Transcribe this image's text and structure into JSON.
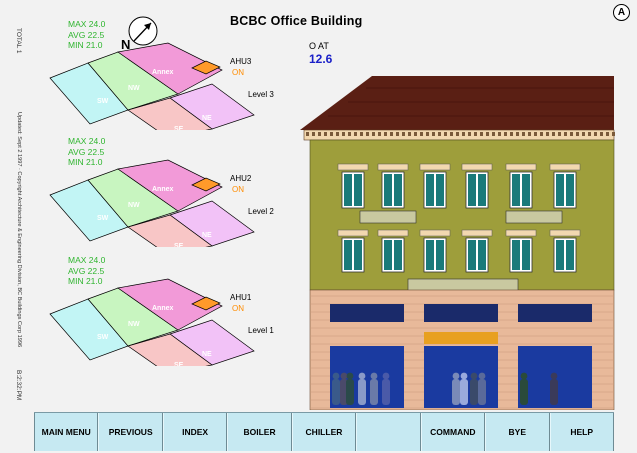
{
  "window": {
    "title": "BCBC Office Building",
    "badge": "A"
  },
  "side": {
    "top_text": "TOTAL 1",
    "middle_text": "Updated: Sept 2 1997 · Copyright Architecture & Engineering Division, BC Buildings Corp 1996",
    "bottom_text": "B:2:32:PM"
  },
  "compass": {
    "label": "N"
  },
  "oat": {
    "label": "O AT",
    "value": "12.6"
  },
  "floors": [
    {
      "level": "Level 3",
      "stats": {
        "max": "MAX  24.0",
        "avg": "AVG  22.5",
        "min": "MIN  21.0"
      },
      "ahu": {
        "name": "AHU3",
        "state": "ON"
      },
      "zones": {
        "annex": "Annex",
        "nw": "NW",
        "sw": "SW",
        "ne": "NE",
        "se": "SE"
      }
    },
    {
      "level": "Level 2",
      "stats": {
        "max": "MAX  24.0",
        "avg": "AVG  22.5",
        "min": "MIN  21.0"
      },
      "ahu": {
        "name": "AHU2",
        "state": "ON"
      },
      "zones": {
        "annex": "Annex",
        "nw": "NW",
        "sw": "SW",
        "ne": "NE",
        "se": "SE"
      }
    },
    {
      "level": "Level 1",
      "stats": {
        "max": "MAX  24.0",
        "avg": "AVG  22.5",
        "min": "MIN  21.0"
      },
      "ahu": {
        "name": "AHU1",
        "state": "ON"
      },
      "zones": {
        "annex": "Annex",
        "nw": "NW",
        "sw": "SW",
        "ne": "NE",
        "se": "SE"
      }
    }
  ],
  "colors": {
    "annex": "#f29ad8",
    "nw": "#c8f5c0",
    "sw": "#c2f5f5",
    "ne": "#f2c2f7",
    "se": "#f8c6c6",
    "ahu": "#ff9a2a",
    "stats": "#2fb52f",
    "oat": "#1a20c8",
    "facade": "#9e9e3b",
    "roof": "#5a1f14",
    "button_bar": "#c6e9f2"
  },
  "buttons": [
    "MAIN MENU",
    "PREVIOUS",
    "INDEX",
    "BOILER",
    "CHILLER",
    "",
    "COMMAND",
    "BYE",
    "HELP"
  ]
}
